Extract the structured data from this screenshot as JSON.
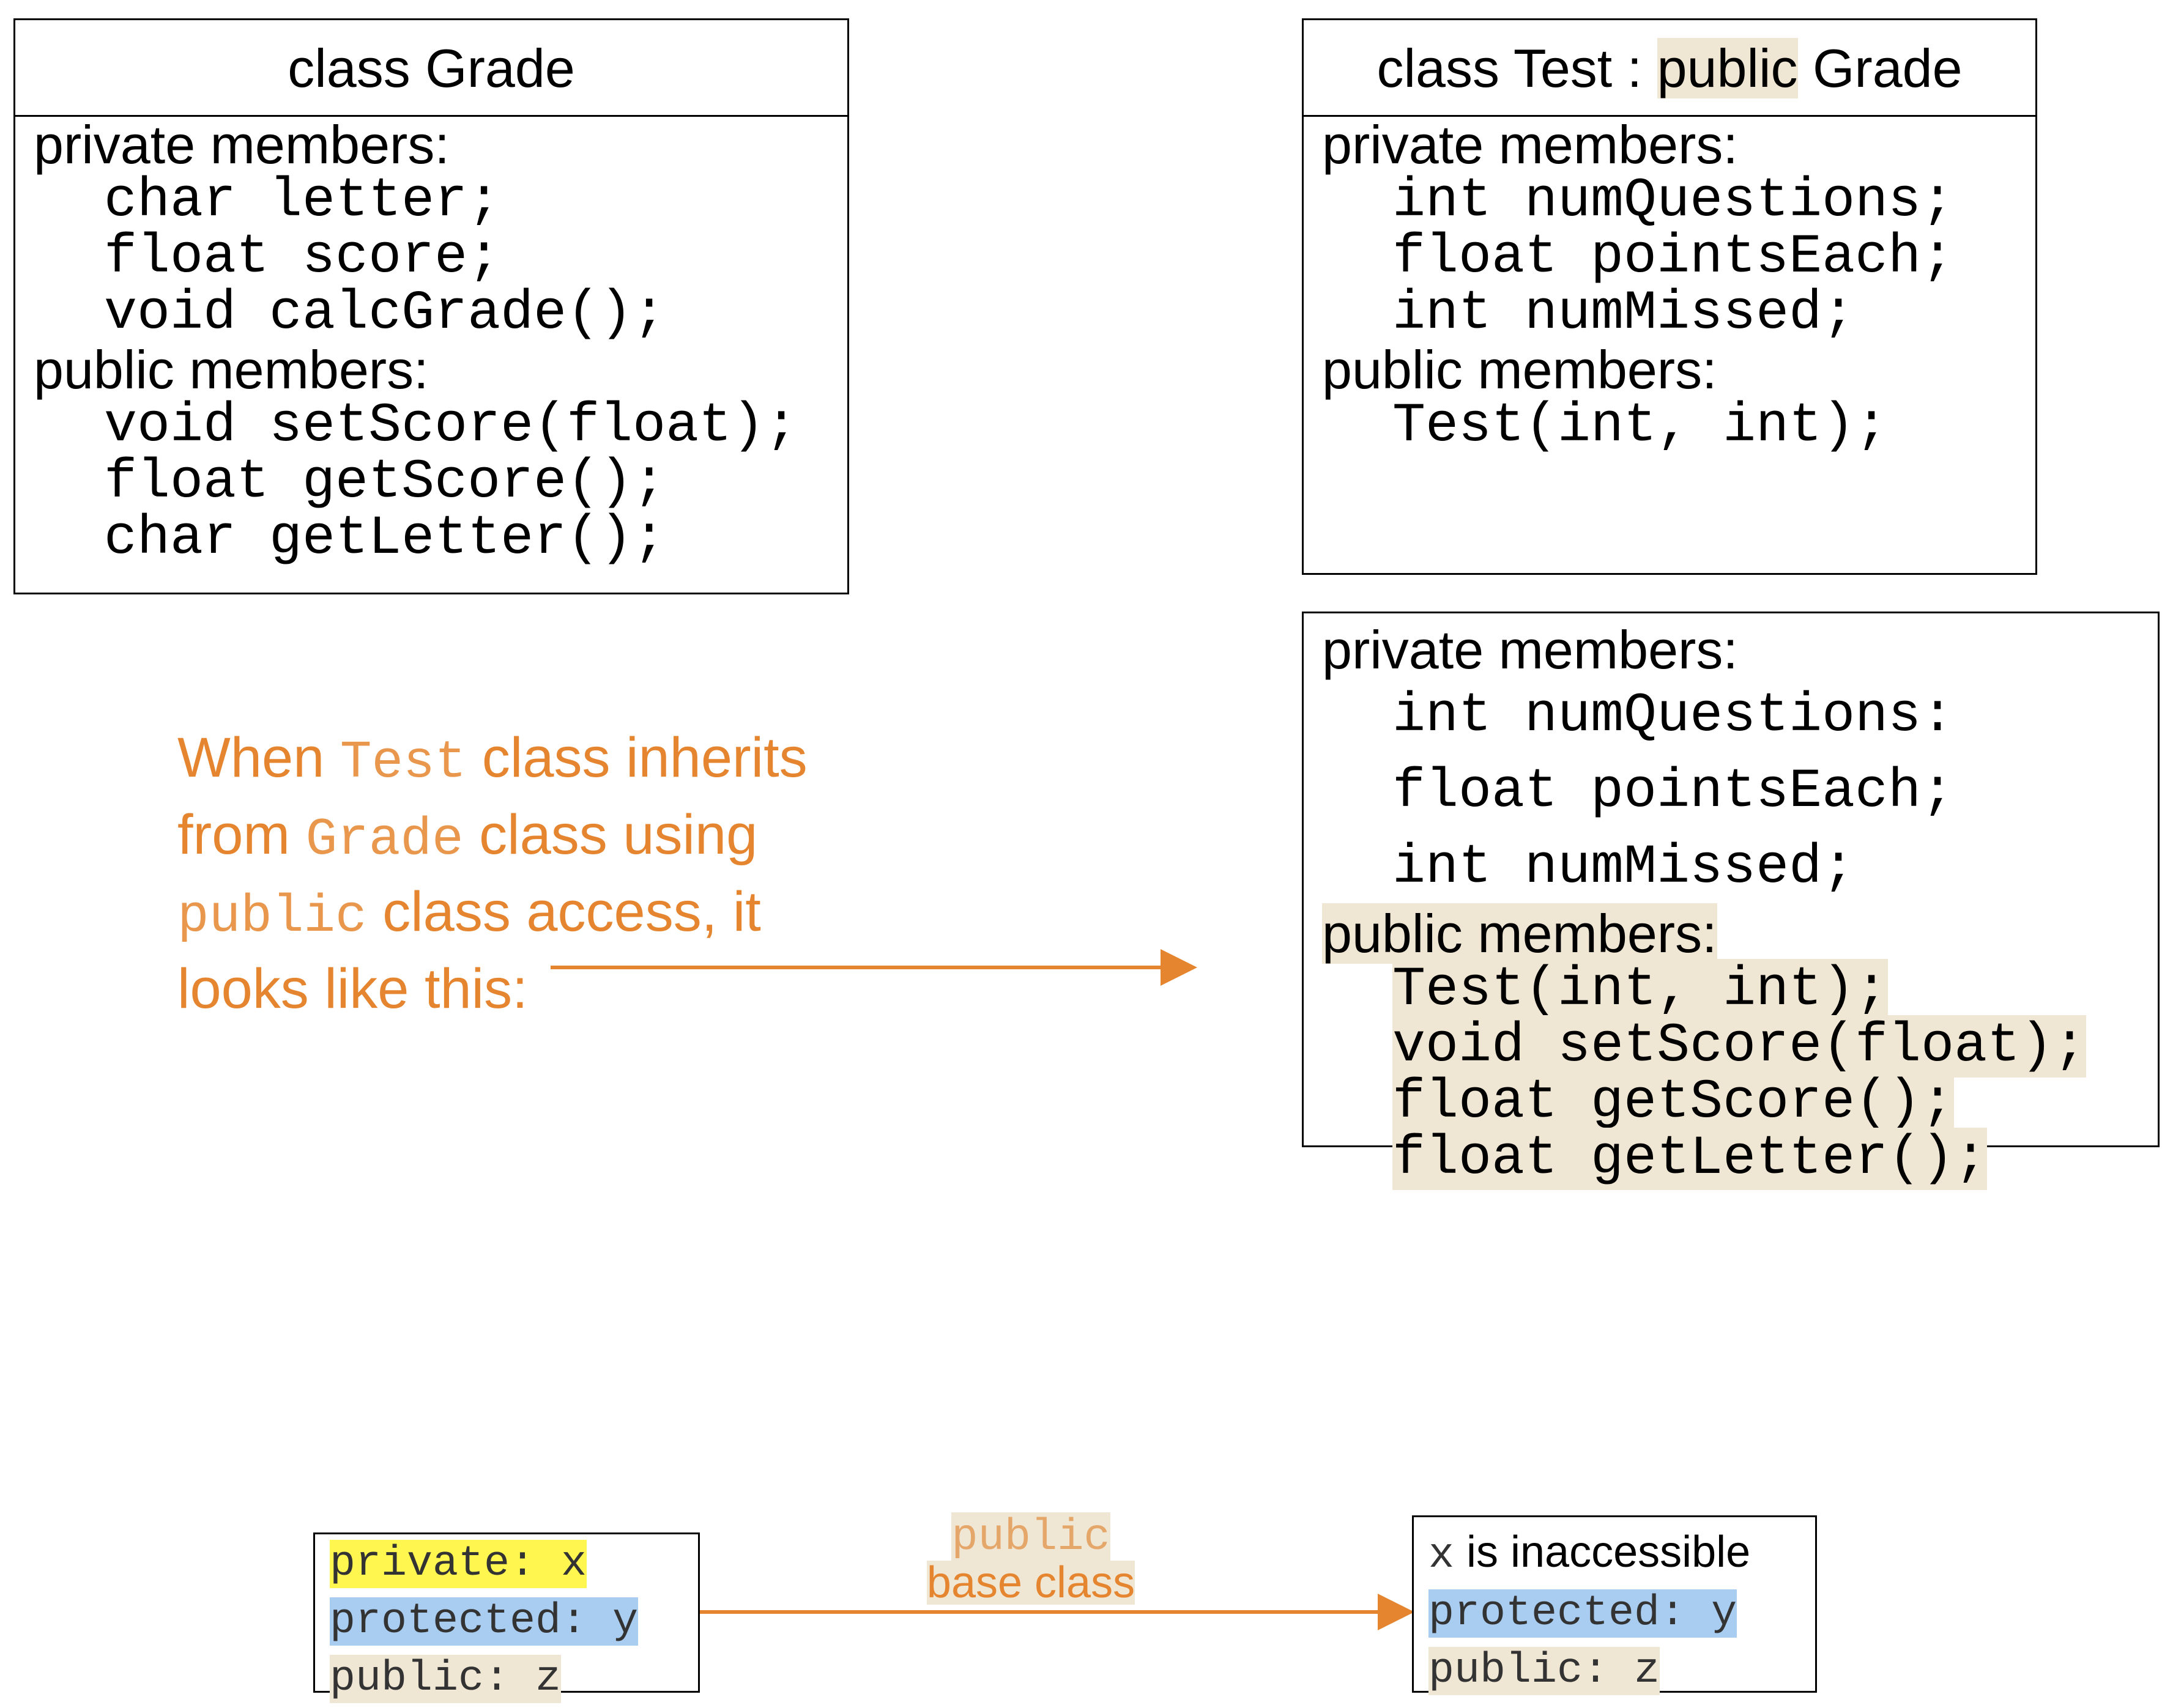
{
  "grade_box": {
    "title": "class Grade",
    "private_label": "private members:",
    "private_members": [
      "char letter;",
      "float score;",
      "void calcGrade();"
    ],
    "public_label": "public members:",
    "public_members": [
      "void setScore(float);",
      "float getScore();",
      "char getLetter();"
    ]
  },
  "test_box": {
    "title_prefix": "class Test : ",
    "title_access": "public",
    "title_suffix": " Grade",
    "private_label": "private members:",
    "private_members": [
      "int numQuestions;",
      "float pointsEach;",
      "int numMissed;"
    ],
    "public_label": "public members:",
    "public_members": [
      "Test(int, int);"
    ]
  },
  "result_box": {
    "private_label": "private members:",
    "private_members": [
      "int numQuestions:",
      "float pointsEach;",
      "int numMissed;"
    ],
    "public_label": "public members:",
    "public_members": [
      "Test(int, int);",
      "void setScore(float);",
      "float getScore();",
      "float getLetter();"
    ]
  },
  "note": {
    "w1": "When ",
    "c1": "Test",
    "w2": " class inherits",
    "w3": "from ",
    "c2": "Grade",
    "w4": " class using",
    "c3": "public",
    "w5": " class access, it",
    "w6": "looks like this:"
  },
  "base_box": {
    "private_line": "private: x",
    "protected_line": "protected: y",
    "public_line": "public: z"
  },
  "derived_box": {
    "x_code": "x",
    "x_text": " is inaccessible",
    "protected_line": "protected: y",
    "public_line": "public: z"
  },
  "arrow_label": {
    "code": "public",
    "text": "base class"
  },
  "colors": {
    "accent": "#e5852f",
    "public_highlight": "#efe6d3",
    "private_highlight": "#fff64f",
    "protected_highlight": "#a9cdf0"
  }
}
